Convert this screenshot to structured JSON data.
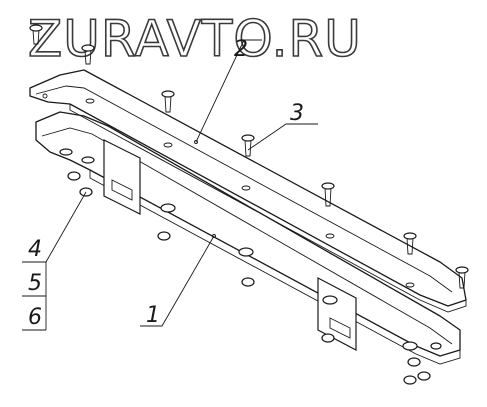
{
  "watermark": {
    "text": "ZURAVTO.RU"
  },
  "callouts": {
    "part_1": "1",
    "part_2": "2",
    "part_3": "3",
    "part_4": "4",
    "part_5": "5",
    "part_6": "6"
  }
}
